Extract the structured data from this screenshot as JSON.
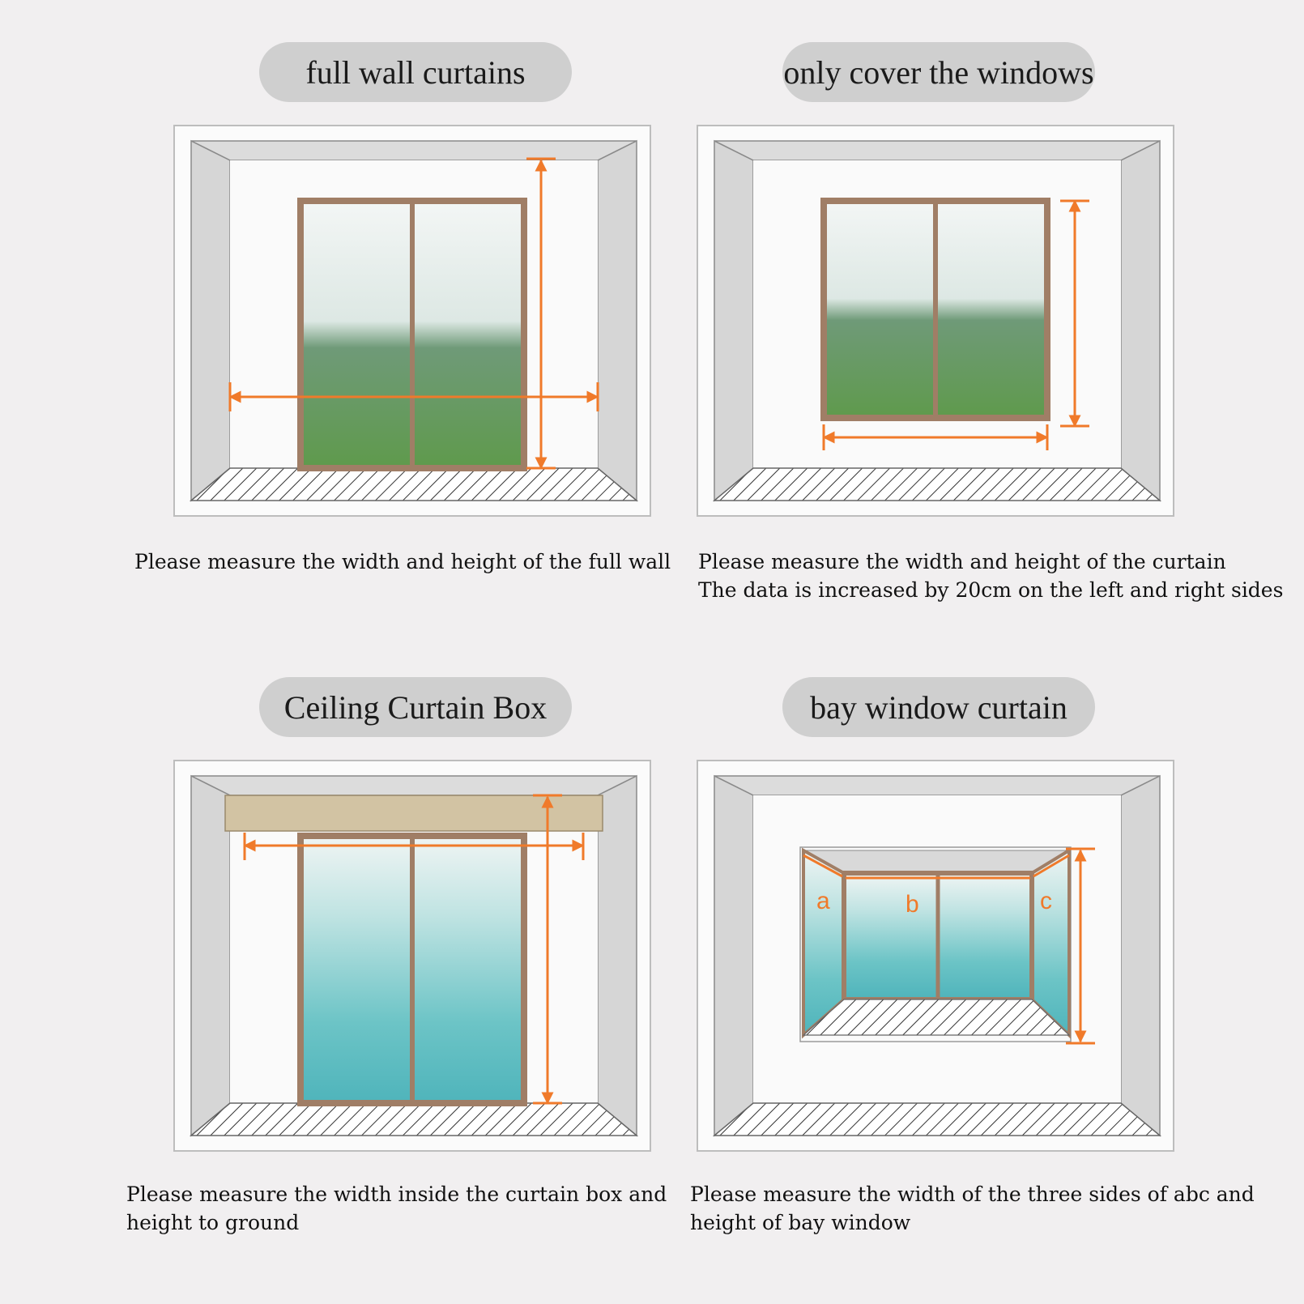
{
  "panels": [
    {
      "title": "full wall curtains",
      "caption": [
        "Please measure the width and height of the full wall"
      ]
    },
    {
      "title": "only cover the windows",
      "caption": [
        "Please measure the width and height of the curtain",
        "The data is increased by 20cm on the left and right sides"
      ]
    },
    {
      "title": "Ceiling Curtain Box",
      "caption": [
        "Please measure the width inside the curtain box and",
        "height to ground"
      ]
    },
    {
      "title": "bay window curtain",
      "caption": [
        "Please measure the width of the three sides of abc and",
        "height of bay window"
      ],
      "labels": [
        "a",
        "b",
        "c"
      ]
    }
  ],
  "colors": {
    "measure_arrow": "#f07a2a",
    "window_frame": "#a07e66",
    "wall": "#fafafa",
    "side_wall": "#d8d8d8",
    "curtain_box": "#d2c3a3"
  }
}
